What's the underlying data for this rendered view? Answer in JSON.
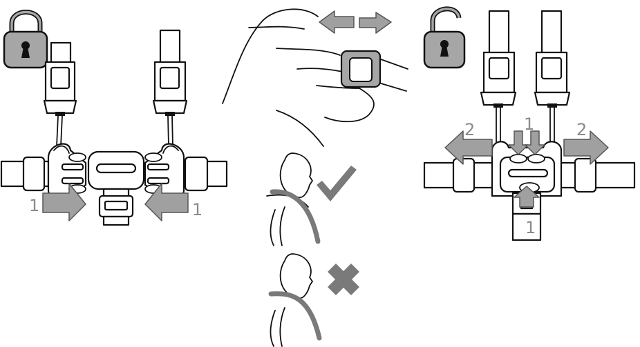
{
  "panels": {
    "lock_panel": {
      "lock_icon": "closed-padlock-icon",
      "step_labels": [
        "1",
        "1"
      ]
    },
    "unlock_panel": {
      "lock_icon": "open-padlock-icon",
      "step_labels": [
        "1",
        "2",
        "2",
        "1"
      ]
    },
    "adjuster_panel": {
      "icon": "hand-adjusting-buckle-icon",
      "arrows": "double-arrow-left-right"
    },
    "fit_correct": {
      "mark": "check-mark-icon",
      "mark_color": "#7a7a7a"
    },
    "fit_incorrect": {
      "mark": "cross-mark-icon",
      "mark_color": "#7a7a7a"
    }
  },
  "colors": {
    "line": "#111111",
    "arrow_fill": "#a0a0a0",
    "accent_grey": "#8c8c8c",
    "background": "#ffffff"
  }
}
